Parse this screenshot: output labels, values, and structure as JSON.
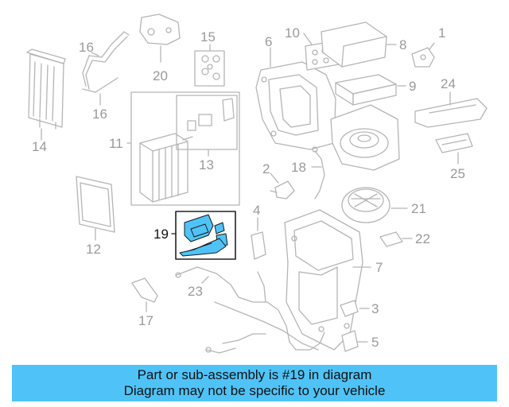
{
  "diagram": {
    "callouts": [
      "1",
      "2",
      "3",
      "4",
      "5",
      "6",
      "7",
      "8",
      "9",
      "10",
      "11",
      "12",
      "13",
      "14",
      "15",
      "16",
      "16",
      "17",
      "18",
      "19",
      "20",
      "21",
      "22",
      "23",
      "24",
      "25"
    ],
    "highlight_color": "#4fc3f7",
    "line_color": "#b5b5b5"
  },
  "banner": {
    "line1": "Part or sub-assembly is #19 in diagram",
    "line2": "Diagram may not be specific to your vehicle",
    "background": "#4fc3f7"
  }
}
